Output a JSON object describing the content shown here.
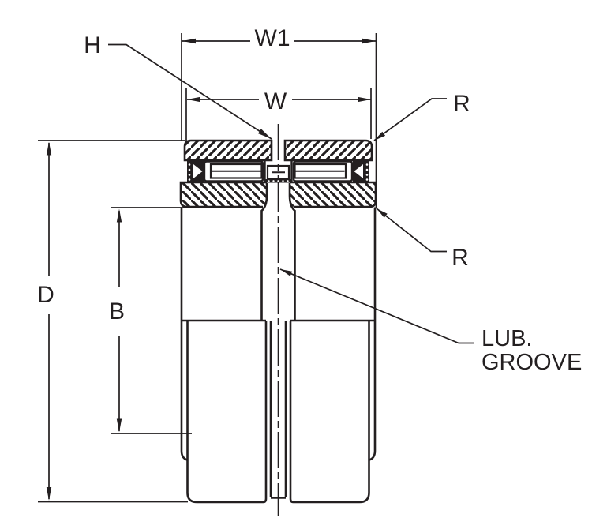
{
  "drawing": {
    "colors": {
      "line": "#231f20",
      "background": "#ffffff"
    },
    "labels": {
      "width_overall": "W1",
      "width_inner": "W",
      "hole": "H",
      "radius_top": "R",
      "radius_bottom": "R",
      "outer_diameter": "D",
      "bore": "B",
      "lube_groove_line1": "LUB.",
      "lube_groove_line2": "GROOVE"
    }
  }
}
